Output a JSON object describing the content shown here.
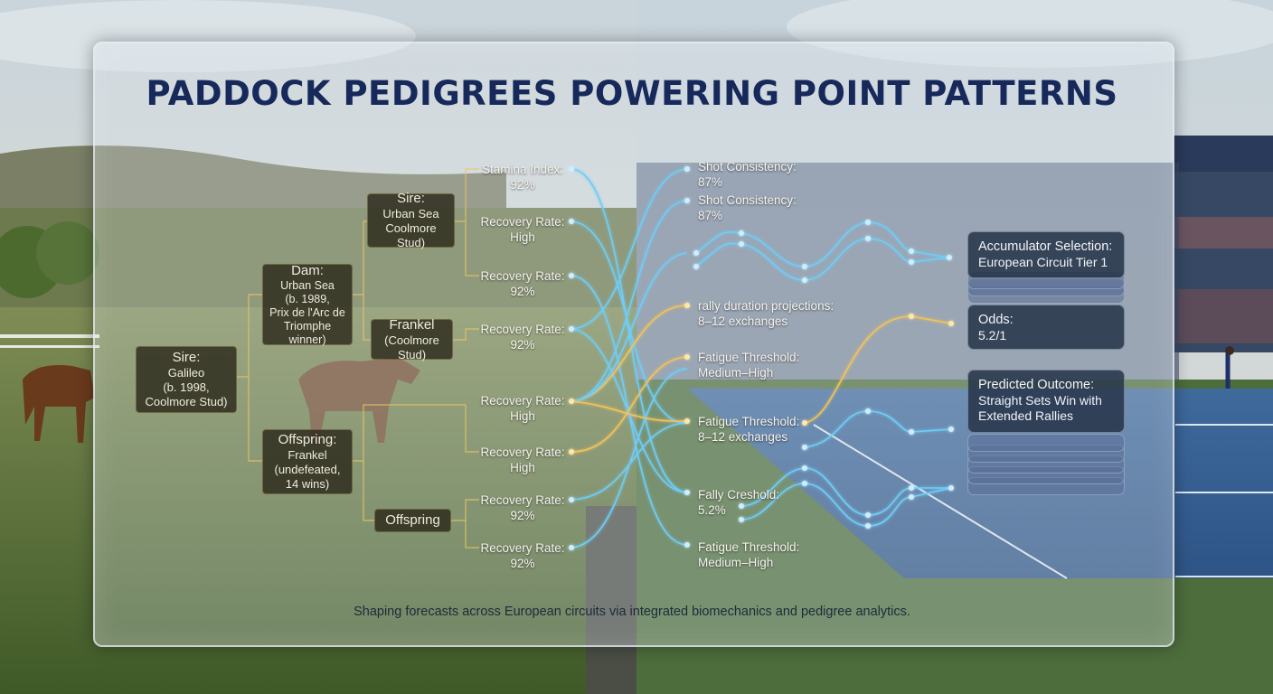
{
  "title": "PADDOCK PEDIGREES POWERING POINT PATTERNS",
  "footer": "Shaping forecasts across European circuits via integrated biomechanics and pedigree analytics.",
  "pedigree": {
    "root": {
      "head": "Sire:",
      "lines": [
        "Galileo",
        "(b. 1998,",
        "Coolmore Stud)"
      ]
    },
    "dam": {
      "head": "Dam:",
      "lines": [
        "Urban Sea",
        "(b. 1989,",
        "Prix de l'Arc de",
        "Triomphe winner)"
      ]
    },
    "offspring_frankel": {
      "head": "Offspring:",
      "lines": [
        "Frankel",
        "(undefeated,",
        "14 wins)"
      ]
    },
    "sire2": {
      "head": "Sire:",
      "lines": [
        "Urban Sea",
        "Coolmore Stud)"
      ]
    },
    "frankel": {
      "head": "Frankel",
      "lines": [
        "(Coolmore Stud)"
      ]
    },
    "offspring": {
      "head": "Offspring",
      "lines": []
    }
  },
  "metrics": [
    {
      "label": "Stamina Index:",
      "value": "92%"
    },
    {
      "label": "Recovery Rate:",
      "value": "High"
    },
    {
      "label": "Recovery Rate:",
      "value": "92%"
    },
    {
      "label": "Recovery Rate:",
      "value": "92%"
    },
    {
      "label": "Recovery Rate:",
      "value": "High"
    },
    {
      "label": "Recovery Rate:",
      "value": "High"
    },
    {
      "label": "Recovery Rate:",
      "value": "92%"
    },
    {
      "label": "Recovery Rate:",
      "value": "92%"
    }
  ],
  "projections": [
    {
      "label": "Shot Consistency:",
      "value": "87%"
    },
    {
      "label": "Shot Consistency:",
      "value": "87%"
    },
    {
      "label": "rally duration projections:",
      "value": "8–12 exchanges"
    },
    {
      "label": "Fatigue Threshold:",
      "value": "Medium–High"
    },
    {
      "label": "Fatigue Threshold:",
      "value": "8–12 exchanges"
    },
    {
      "label": "Fally Creshold:",
      "value": "5.2%"
    },
    {
      "label": "Fatigue Threshold:",
      "value": "Medium–High"
    }
  ],
  "outputs": {
    "accumulator": {
      "head": "Accumulator Selection:",
      "value": "European Circuit Tier 1"
    },
    "odds": {
      "head": "Odds:",
      "value": "5.2/1"
    },
    "outcome": {
      "head": "Predicted Outcome:",
      "value": "Straight Sets Win with Extended Rallies"
    }
  },
  "colors": {
    "title": "#16295a",
    "wire_blue": "#6fcdf7",
    "wire_gold": "#f2c35a",
    "node_border": "#d2b96e"
  }
}
